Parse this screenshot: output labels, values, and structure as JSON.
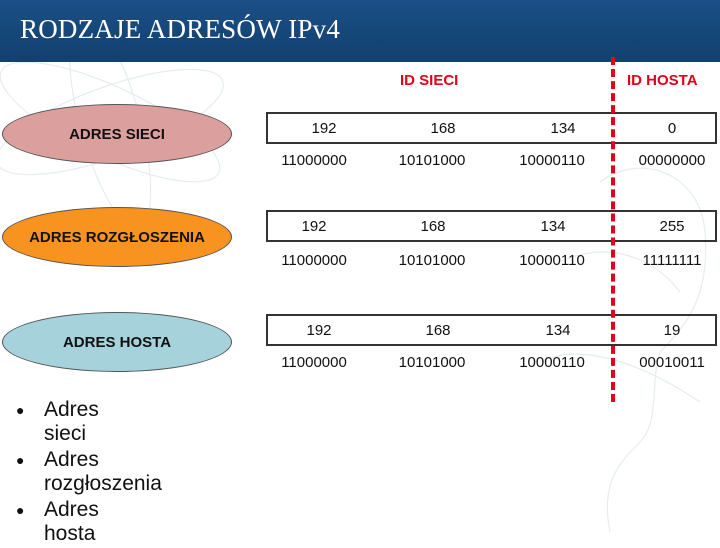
{
  "title": "RODZAJE ADRESÓW  IPv4",
  "headers": {
    "net_id": "ID SIECI",
    "host_id": "ID HOSTA"
  },
  "rows": [
    {
      "label": "ADRES SIECI",
      "octets": [
        "192",
        "168",
        "134",
        "0"
      ],
      "binary": [
        "11000000",
        "10101000",
        "10000110",
        "00000000"
      ]
    },
    {
      "label": "ADRES ROZGŁOSZENIA",
      "octets": [
        "192",
        "168",
        "134",
        "255"
      ],
      "binary": [
        "11000000",
        "10101000",
        "10000110",
        "11111111"
      ]
    },
    {
      "label": "ADRES HOSTA",
      "octets": [
        "192",
        "168",
        "134",
        "19"
      ],
      "binary": [
        "11000000",
        "10101000",
        "10000110",
        "00010011"
      ]
    }
  ],
  "bullets": [
    "Adres sieci",
    "Adres rozgłoszenia",
    "Adres hosta"
  ],
  "colors": {
    "title_bg": "#12406f",
    "net_pill": "#dba09e",
    "broadcast_pill": "#f7931e",
    "host_pill": "#a6d2dc",
    "accent_red": "#e2001a"
  }
}
